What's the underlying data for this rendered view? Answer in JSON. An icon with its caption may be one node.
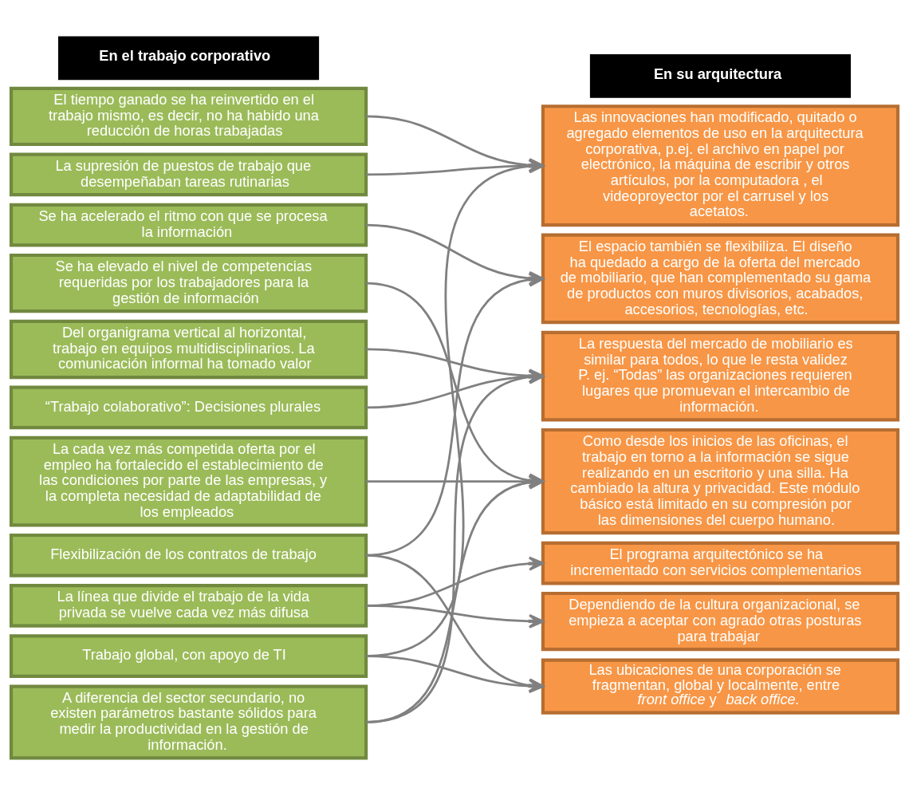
{
  "diagram": {
    "nodes": [
      {
        "text": [
          "En el trabajo corporativo"
        ]
      },
      {
        "text": [
          "En su arquitectura"
        ]
      },
      {
        "text": [
          "El tiempo ganado se ha reinvertido en el trabajo mismo, es decir, no ha habido una reducción de horas trabajadas"
        ]
      },
      {
        "text": [
          "La supresión de puestos de trabajo que desempeñaban tareas rutinarias"
        ]
      },
      {
        "text": [
          "Se ha acelerado el ritmo con que se procesa la información"
        ]
      },
      {
        "text": [
          "Se ha elevado el nivel de competencias requeridas por los trabajadores para la gestión de información"
        ]
      },
      {
        "text": [
          "Del organigrama vertical al horizontal, trabajo en equipos multidisciplinarios. La comunicación informal ha tomado valor"
        ]
      },
      {
        "text": [
          "“Trabajo colaborativo”: Decisiones plurales"
        ]
      },
      {
        "text": [
          "La cada vez más competida oferta por el empleo ha fortalecido el establecimiento de las condiciones por parte de las empresas, y la completa necesidad de adaptabilidad de los empleados"
        ]
      },
      {
        "text": [
          "Flexibilización de los contratos de trabajo"
        ]
      },
      {
        "text": [
          "La línea que divide el trabajo de la vida privada se vuelve cada vez más difusa"
        ]
      },
      {
        "text": [
          "Trabajo global, con apoyo de TI"
        ]
      },
      {
        "text": [
          "A diferencia del sector secundario, no existen parámetros bastante sólidos para medir la productividad en la gestión de información."
        ]
      },
      {
        "text": [
          "Las innovaciones han modificado, quitado o agregado elementos de uso en la arquitectura corporativa, p.ej. el archivo en papel por electrónico, la máquina de escribir y otros artículos, por la computadora , el videoproyector por el carrusel y los acetatos."
        ]
      },
      {
        "text": [
          "El espacio también se flexibiliza. El diseño ha quedado a cargo de la oferta del mercado de mobiliario, que han complementado su gama de productos con muros divisorios, acabados, accesorios, tecnologías, etc."
        ]
      },
      {
        "text": [
          "La respuesta del mercado de mobiliario es similar para todos, lo que le resta validez P. ej. “Todas” las organizaciones requieren lugares que promuevan el intercambio de información."
        ]
      },
      {
        "text": [
          "Como desde los inicios de las oficinas, el trabajo en torno a la información se sigue realizando en un escritorio y una silla. Ha cambiado la altura y privacidad. Este módulo básico está limitado en su compresión por las dimensiones del cuerpo humano."
        ]
      },
      {
        "text": [
          "El programa arquitectónico se ha incrementado con servicios complementarios"
        ]
      },
      {
        "text": [
          "Dependiendo de la cultura organizacional, se empieza a aceptar con agrado otras posturas para trabajar"
        ]
      },
      {
        "text": [
          "Las ubicaciones de una corporación se fragmentan, global y localmente, entre *front office* y *back office.*"
        ]
      }
    ],
    "edges": [
      {
        "from": 2,
        "to": 13,
        "arrow": "to"
      },
      {
        "from": 3,
        "to": 13,
        "arrow": "to"
      },
      {
        "from": 4,
        "to": 14,
        "arrow": "to"
      },
      {
        "from": 5,
        "to": 16,
        "arrow": "to"
      },
      {
        "from": 6,
        "to": 15,
        "arrow": "to"
      },
      {
        "from": 7,
        "to": 15,
        "arrow": "to"
      },
      {
        "from": 8,
        "to": 16,
        "arrow": "to"
      },
      {
        "from": 9,
        "to": 14,
        "arrow": "to"
      },
      {
        "from": 9,
        "to": 19,
        "arrow": "to"
      },
      {
        "from": 10,
        "to": 17,
        "arrow": "to"
      },
      {
        "from": 10,
        "to": 18,
        "arrow": "to"
      },
      {
        "from": 11,
        "to": 13,
        "arrow": "to"
      },
      {
        "from": 11,
        "to": 19,
        "arrow": "to"
      },
      {
        "from": 12,
        "to": 15,
        "arrow": "to"
      },
      {
        "from": 12,
        "to": 16,
        "arrow": "to"
      }
    ]
  }
}
